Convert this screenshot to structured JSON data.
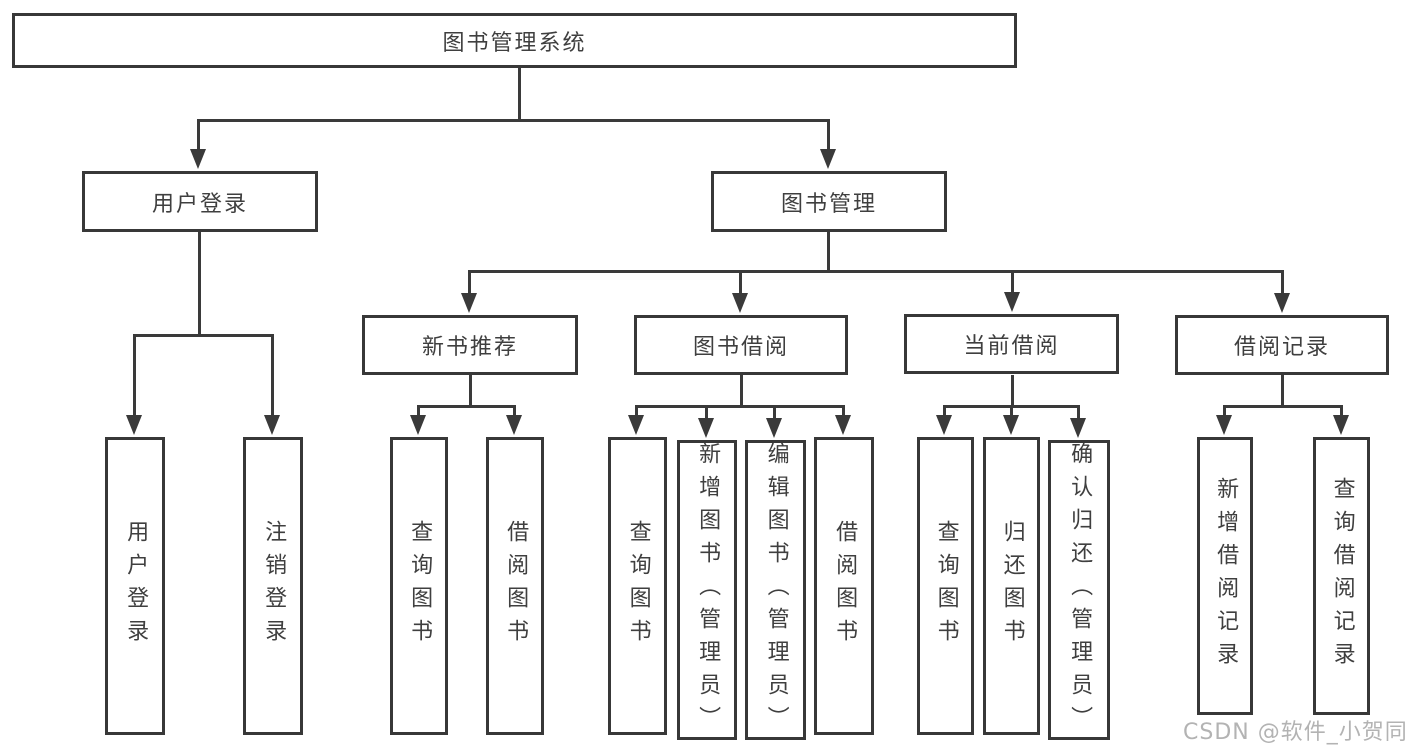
{
  "diagram": {
    "root": {
      "label": "图书管理系统"
    },
    "branches": [
      {
        "label": "用户登录",
        "children": [
          {
            "label": "用户登录"
          },
          {
            "label": "注销登录"
          }
        ]
      },
      {
        "label": "图书管理",
        "children": [
          {
            "label": "新书推荐",
            "children": [
              {
                "label": "查询图书"
              },
              {
                "label": "借阅图书"
              }
            ]
          },
          {
            "label": "图书借阅",
            "children": [
              {
                "label": "查询图书"
              },
              {
                "label": "新增图书（管理员）"
              },
              {
                "label": "编辑图书（管理员）"
              },
              {
                "label": "借阅图书"
              }
            ]
          },
          {
            "label": "当前借阅",
            "children": [
              {
                "label": "查询图书"
              },
              {
                "label": "归还图书"
              },
              {
                "label": "确认归还（管理员）"
              }
            ]
          },
          {
            "label": "借阅记录",
            "children": [
              {
                "label": "新增借阅记录"
              },
              {
                "label": "查询借阅记录"
              }
            ]
          }
        ]
      }
    ]
  },
  "watermark": {
    "text": "CSDN @软件_小贺同学"
  },
  "colors": {
    "line": "#3a3a3a",
    "border": "#383838",
    "text": "#3f3f3f",
    "watermark": "#b3b3b3",
    "background": "#ffffff"
  }
}
